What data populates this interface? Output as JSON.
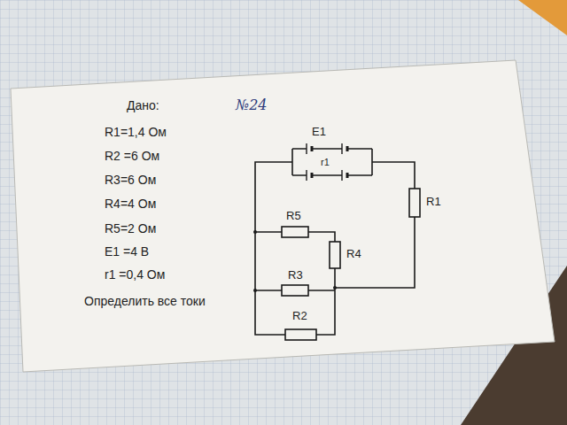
{
  "diagram": {
    "labels": [
      "Дано:",
      "№24",
      "R1=1,4 Ом",
      "R2 =6 Ом",
      "R3=6 Ом",
      "R4=4 Ом",
      "R5=2 Ом",
      "E1 =4 В",
      "r1 =0,4 Ом",
      "Определить все токи",
      "E1",
      "r1",
      "R1",
      "R5",
      "R4",
      "R3",
      "R2"
    ]
  }
}
